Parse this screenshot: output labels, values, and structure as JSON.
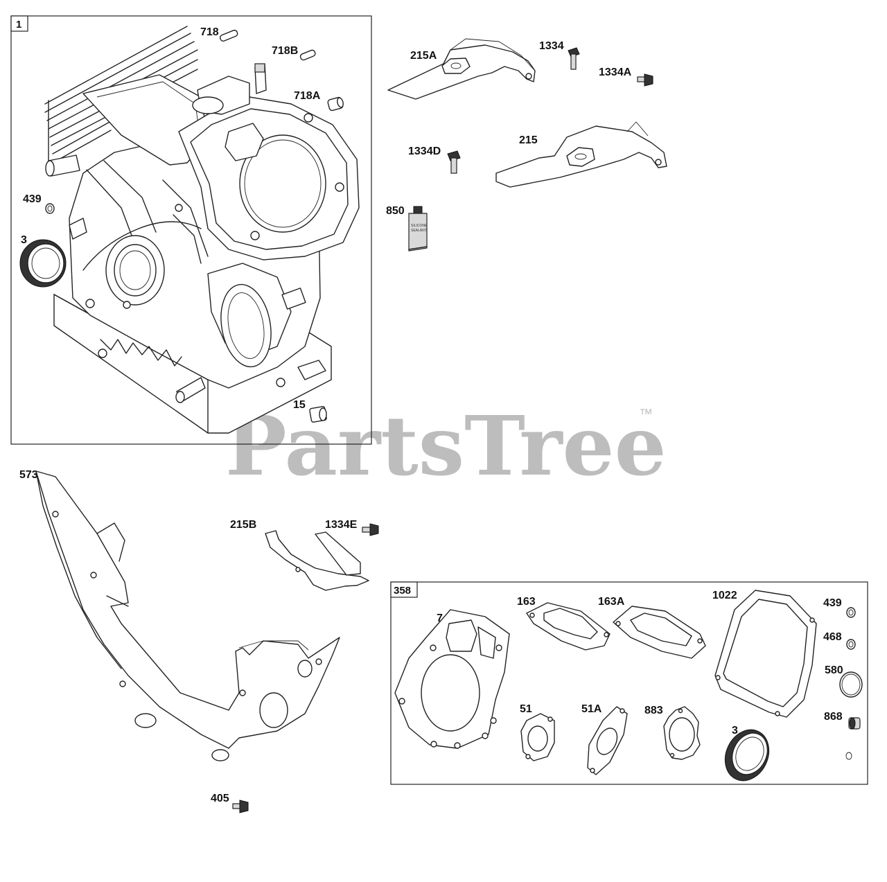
{
  "watermark": {
    "text": "PartsTree",
    "trademark": "™"
  },
  "boxes": [
    {
      "id": "1",
      "label": "1"
    },
    {
      "id": "358",
      "label": "358"
    }
  ],
  "callouts": {
    "c718": "718",
    "c718B": "718B",
    "c718A": "718A",
    "c439a": "439",
    "c3a": "3",
    "c15": "15",
    "c215A": "215A",
    "c1334": "1334",
    "c1334A": "1334A",
    "c1334D": "1334D",
    "c215": "215",
    "c850": "850",
    "c573": "573",
    "c215B": "215B",
    "c1334E": "1334E",
    "c405": "405",
    "c7": "7",
    "c163": "163",
    "c163A": "163A",
    "c1022": "1022",
    "c439b": "439",
    "c468": "468",
    "c580": "580",
    "c51": "51",
    "c51A": "51A",
    "c883": "883",
    "c3b": "3",
    "c868": "868"
  },
  "tube_text": [
    "SILICONE",
    "SEALANT"
  ]
}
